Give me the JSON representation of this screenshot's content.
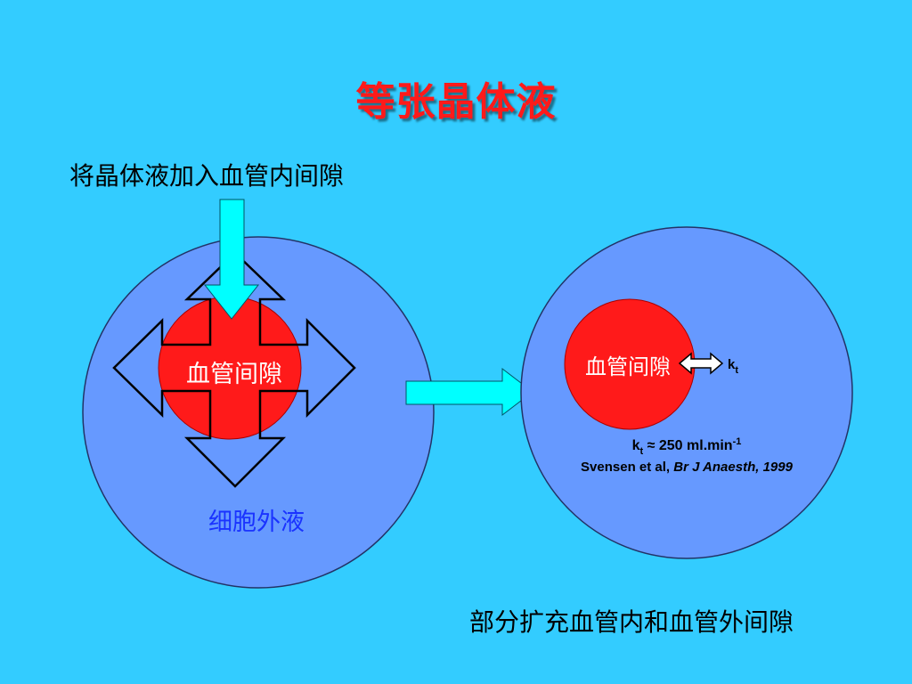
{
  "slide": {
    "title": "等张晶体液",
    "subtitle": "将晶体液加入血管内间隙",
    "bottom_text": "部分扩充血管内和血管外间隙"
  },
  "left_diagram": {
    "intravascular_label": "血管间隙",
    "extracellular_label": "细胞外液"
  },
  "right_diagram": {
    "intravascular_label": "血管间隙",
    "rate_symbol": "k",
    "rate_subscript": "t",
    "formula_prefix": "k",
    "formula_subscript": "t",
    "formula_approx": " ≈ 250 ml.min",
    "formula_exponent": "-1",
    "citation_authors": "Svensen et al, ",
    "citation_journal": "Br J Anaesth, 1999"
  },
  "colors": {
    "background": "#33ccff",
    "outer_circle": "#6699ff",
    "inner_circle": "#ff1a1a",
    "inflow_arrow": "#00ffff",
    "title": "#ff1a1a",
    "extracellular_label": "#1a33ff"
  }
}
